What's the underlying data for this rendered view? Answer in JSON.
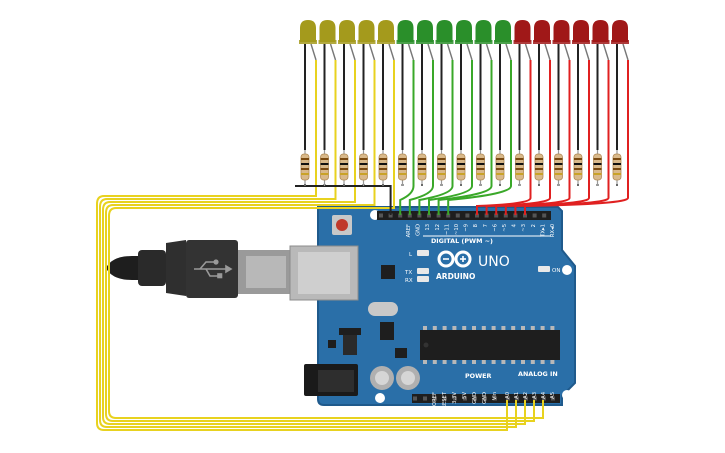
{
  "board": {
    "brand": "ARDUINO",
    "model": "UNO",
    "digital_label": "DIGITAL (PWM ~)",
    "power_label": "POWER",
    "analog_label": "ANALOG IN",
    "led_l": "L",
    "led_tx": "TX",
    "led_rx": "RX",
    "led_on": "ON",
    "top_header_labels": [
      "AREF",
      "GND",
      "13",
      "12",
      "~11",
      "~10",
      "~9",
      "8",
      "7",
      "~6",
      "~5",
      "4",
      "~3",
      "2",
      "TX▸1",
      "RX◂0"
    ],
    "power_header_labels": [
      "IOREF",
      "RESET",
      "3.3V",
      "5V",
      "GND",
      "GND",
      "Vin"
    ],
    "analog_header_labels": [
      "A0",
      "A1",
      "A2",
      "A3",
      "A4",
      "A5"
    ]
  },
  "leds": [
    {
      "color": "yellow"
    },
    {
      "color": "yellow"
    },
    {
      "color": "yellow"
    },
    {
      "color": "yellow"
    },
    {
      "color": "yellow"
    },
    {
      "color": "green"
    },
    {
      "color": "green"
    },
    {
      "color": "green"
    },
    {
      "color": "green"
    },
    {
      "color": "green"
    },
    {
      "color": "green"
    },
    {
      "color": "red"
    },
    {
      "color": "red"
    },
    {
      "color": "red"
    },
    {
      "color": "red"
    },
    {
      "color": "red"
    },
    {
      "color": "red"
    }
  ],
  "colors": {
    "board": "#2a6fa8",
    "board_edge": "#1f5a8c",
    "yellow_led": "#a49a1c",
    "green_led": "#2a8f2a",
    "red_led": "#a01818",
    "wire_yellow": "#e8d21f",
    "wire_green": "#3aa829",
    "wire_red": "#e02020",
    "wire_black": "#222222"
  }
}
